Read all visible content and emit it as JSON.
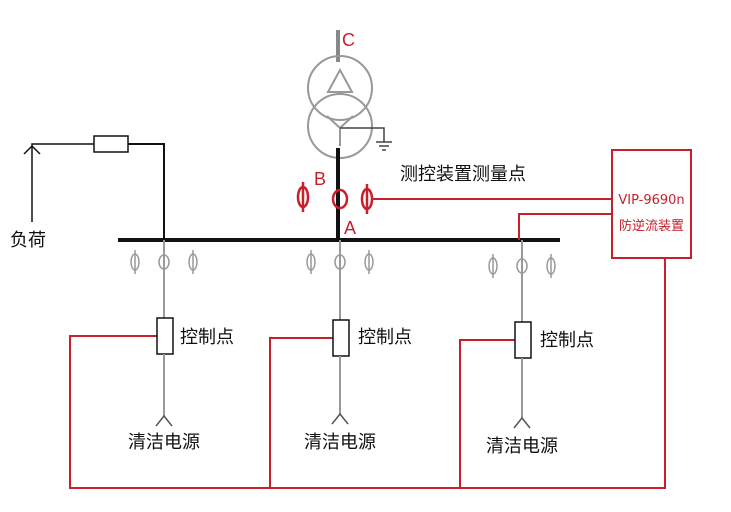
{
  "labels": {
    "point_c": "C",
    "point_b": "B",
    "point_a": "A",
    "measure_point": "测控装置测量点",
    "load": "负荷",
    "control_point_1": "控制点",
    "control_point_2": "控制点",
    "control_point_3": "控制点",
    "clean_source_1": "清洁电源",
    "clean_source_2": "清洁电源",
    "clean_source_3": "清洁电源"
  },
  "device": {
    "model": "VIP-9690n",
    "name": "防逆流装置"
  },
  "colors": {
    "line_black": "#111111",
    "line_red": "#c8202b",
    "ct_gray": "#9a9a9a"
  }
}
